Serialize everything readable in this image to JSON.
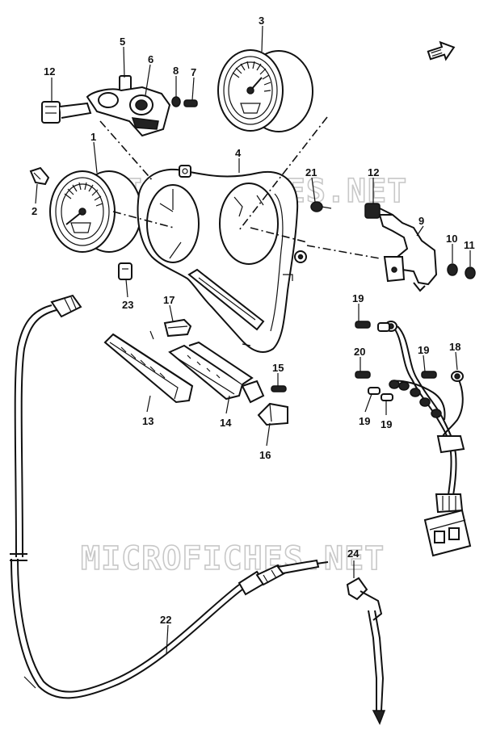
{
  "watermark": {
    "text_top": "MICROFICHES.NET",
    "text_bottom": "MICROFICHES.NET"
  },
  "callouts": {
    "p1": "1",
    "p2": "2",
    "p3": "3",
    "p4": "4",
    "p5": "5",
    "p6": "6",
    "p7": "7",
    "p8": "8",
    "p9": "9",
    "p10": "10",
    "p11": "11",
    "p12a": "12",
    "p12b": "12",
    "p13": "13",
    "p14": "14",
    "p15": "15",
    "p16": "16",
    "p17": "17",
    "p18": "18",
    "p19a": "19",
    "p19b": "19",
    "p19c": "19",
    "p19d": "19",
    "p20": "20",
    "p21": "21",
    "p22": "22",
    "p23": "23",
    "p24": "24"
  },
  "icons": {
    "direction_arrow": "arrow-icon",
    "speedometer": "gauge-icon",
    "tachometer": "gauge-icon"
  },
  "colors": {
    "ink": "#111111",
    "watermark": "#c8c8c8",
    "background": "#ffffff"
  }
}
